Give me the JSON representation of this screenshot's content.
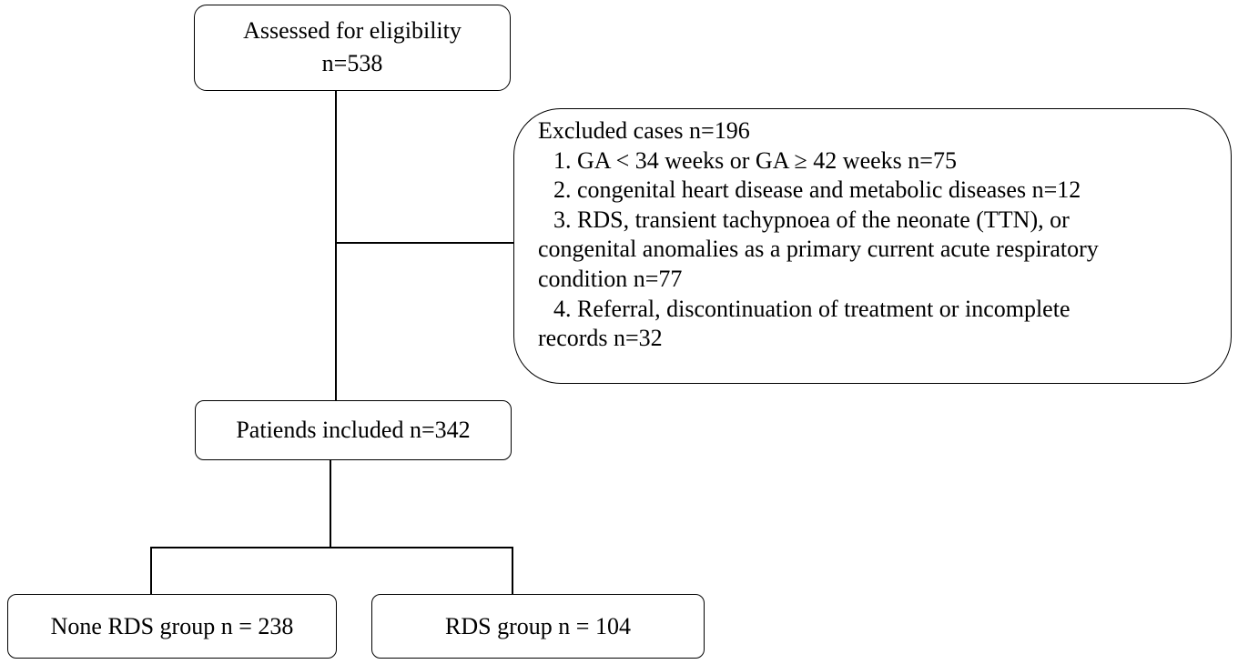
{
  "assessed": {
    "line1": "Assessed for eligibility",
    "line2": "n=538"
  },
  "excluded": {
    "title": "Excluded cases n=196",
    "items": [
      {
        "lines": [
          "1. GA < 34 weeks or GA ≥ 42 weeks n=75"
        ]
      },
      {
        "lines": [
          "2. congenital heart disease and metabolic diseases n=12"
        ]
      },
      {
        "lines": [
          "3. RDS, transient tachypnoea of the neonate (TTN), or",
          "congenital anomalies as a primary current acute respiratory",
          "condition n=77"
        ]
      },
      {
        "lines": [
          "4. Referral, discontinuation of treatment or incomplete",
          "records n=32"
        ]
      }
    ]
  },
  "included": {
    "label": "Patiends included n=342"
  },
  "groups": {
    "none_rds": "None RDS group n = 238",
    "rds": "RDS group n = 104"
  }
}
